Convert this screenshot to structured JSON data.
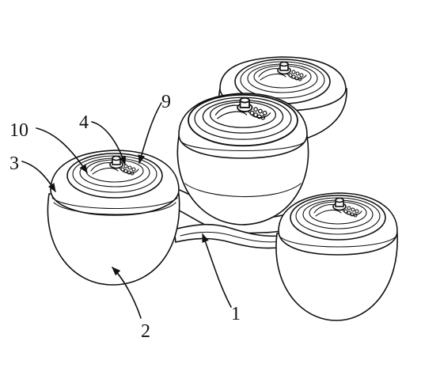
{
  "callouts": [
    {
      "id": "label-10",
      "text": "10"
    },
    {
      "id": "label-3",
      "text": "3"
    },
    {
      "id": "label-4",
      "text": "4"
    },
    {
      "id": "label-9",
      "text": "9"
    },
    {
      "id": "label-2",
      "text": "2"
    },
    {
      "id": "label-1",
      "text": "1"
    }
  ],
  "colors": {
    "line": "#111111",
    "background": "#ffffff"
  }
}
